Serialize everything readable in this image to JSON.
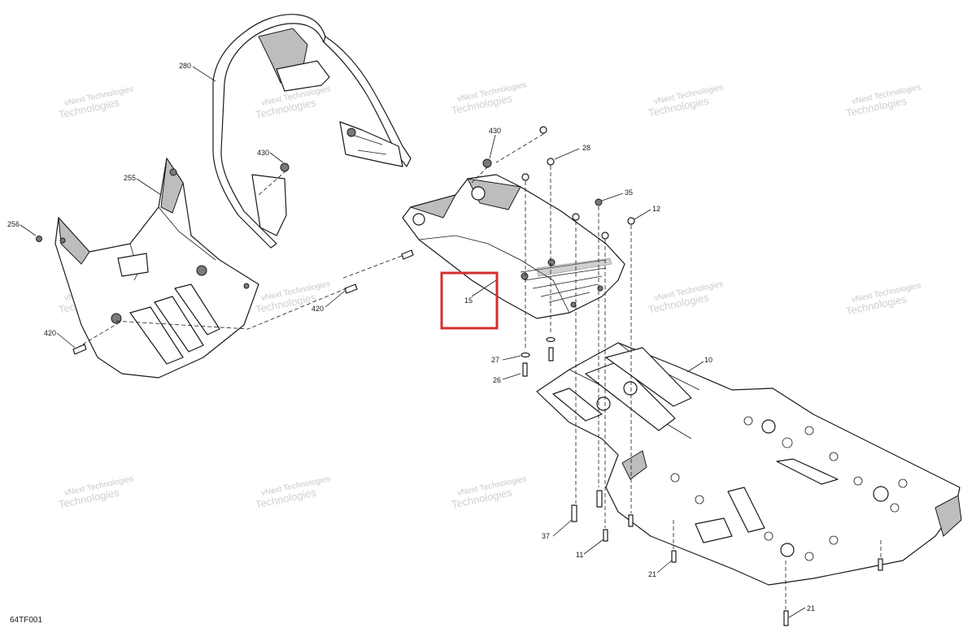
{
  "callouts": {
    "c280": "280",
    "c430a": "430",
    "c430b": "430",
    "c255": "255",
    "c256": "256",
    "c420a": "420",
    "c420b": "420",
    "c28": "28",
    "c35": "35",
    "c12": "12",
    "c15": "15",
    "c27": "27",
    "c26": "26",
    "c10": "10",
    "c37": "37",
    "c11": "11",
    "c21a": "21",
    "c21b": "21"
  },
  "watermark": {
    "line1": "vNext Technologies",
    "line2": "Technologies"
  },
  "drawing_number": "64TF001",
  "highlight": {
    "color": "#d32f2f",
    "target": "15"
  }
}
